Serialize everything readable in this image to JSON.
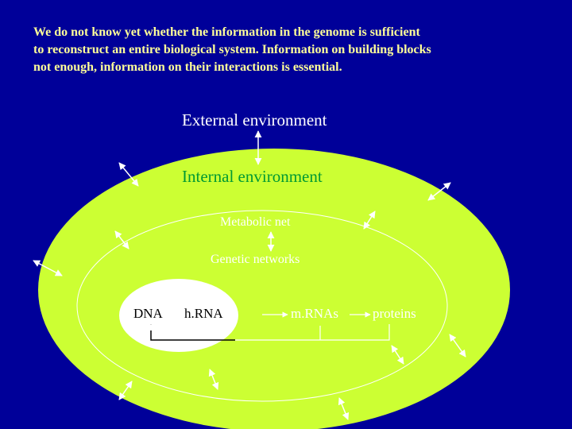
{
  "intro": {
    "line1": "We do not know yet whether the information in the genome is sufficient",
    "line2": "to reconstruct an entire biological system. Information on building blocks",
    "line3": "not enough, information on their interactions is essential."
  },
  "labels": {
    "external": "External environment",
    "internal": "Internal environment",
    "metabolic": "Metabolic net",
    "genetic": "Genetic networks",
    "dna": "DNA",
    "hrna": "h.RNA",
    "mrna": "m.RNAs",
    "proteins": "proteins"
  },
  "colors": {
    "background": "#000099",
    "intro_text": "#ffff99",
    "cell_fill": "#ccff33",
    "inner_fill": "#ffffff",
    "internal_text": "#009933"
  }
}
